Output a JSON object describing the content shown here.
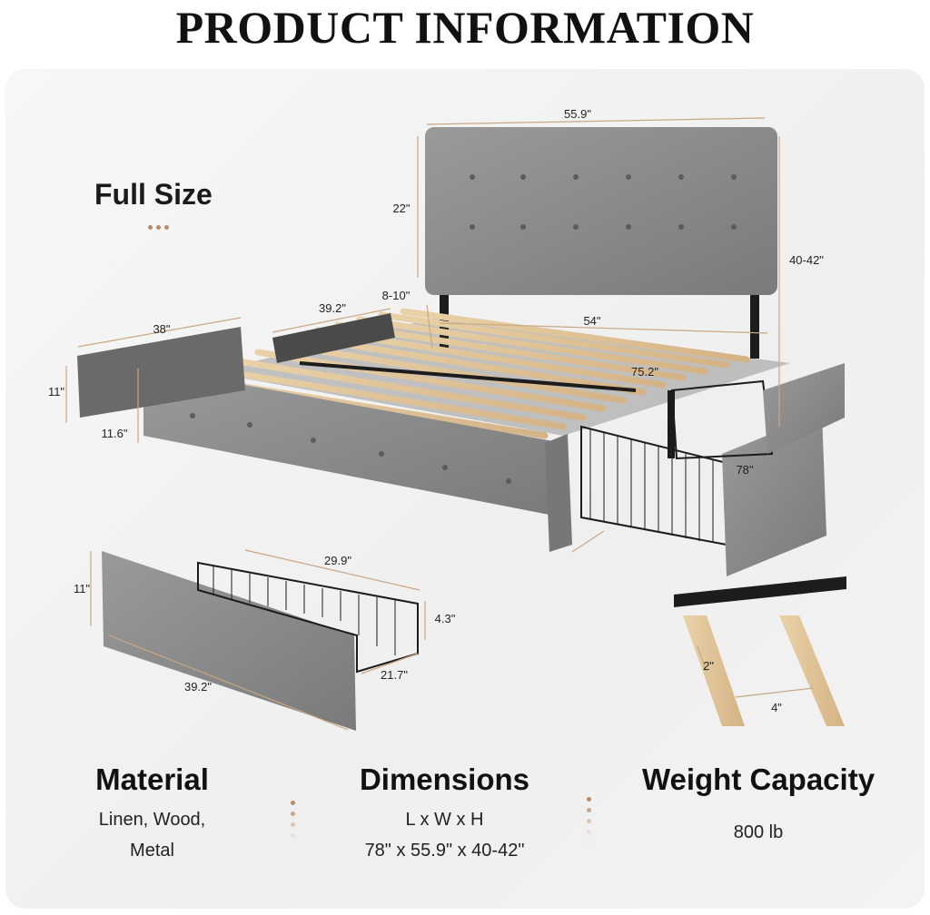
{
  "title": "PRODUCT INFORMATION",
  "size_label": "Full Size",
  "dimensions": {
    "headboard_width": "55.9\"",
    "headboard_height": "22\"",
    "total_height": "40-42\"",
    "leg_gap": "8-10\"",
    "frame_width": "54\"",
    "frame_length": "75.2\"",
    "total_length": "78\"",
    "drawer_side_length": "39.2\"",
    "side_panel_length": "38\"",
    "side_panel_height": "11\"",
    "under_bed_clearance": "11.6\"",
    "drawer_panel_height": "11\"",
    "drawer_basket_length": "29.9\"",
    "drawer_basket_height": "4.3\"",
    "drawer_basket_depth": "21.7\"",
    "drawer_front_length": "39.2\"",
    "slat_width": "2\"",
    "slat_gap": "4\""
  },
  "sections": {
    "material": {
      "heading": "Material",
      "line1": "Linen, Wood,",
      "line2": "Metal"
    },
    "dims": {
      "heading": "Dimensions",
      "line1": "L x W x H",
      "line2": "78\" x 55.9\" x 40-42\""
    },
    "weight": {
      "heading": "Weight Capacity",
      "line1": "800 lb"
    }
  },
  "colors": {
    "fabric": "#8a8a8a",
    "slat": "#e2c79c",
    "metal": "#1c1c1c",
    "accent_dot": "#b88a6a",
    "dim_line": "#c9a784"
  }
}
